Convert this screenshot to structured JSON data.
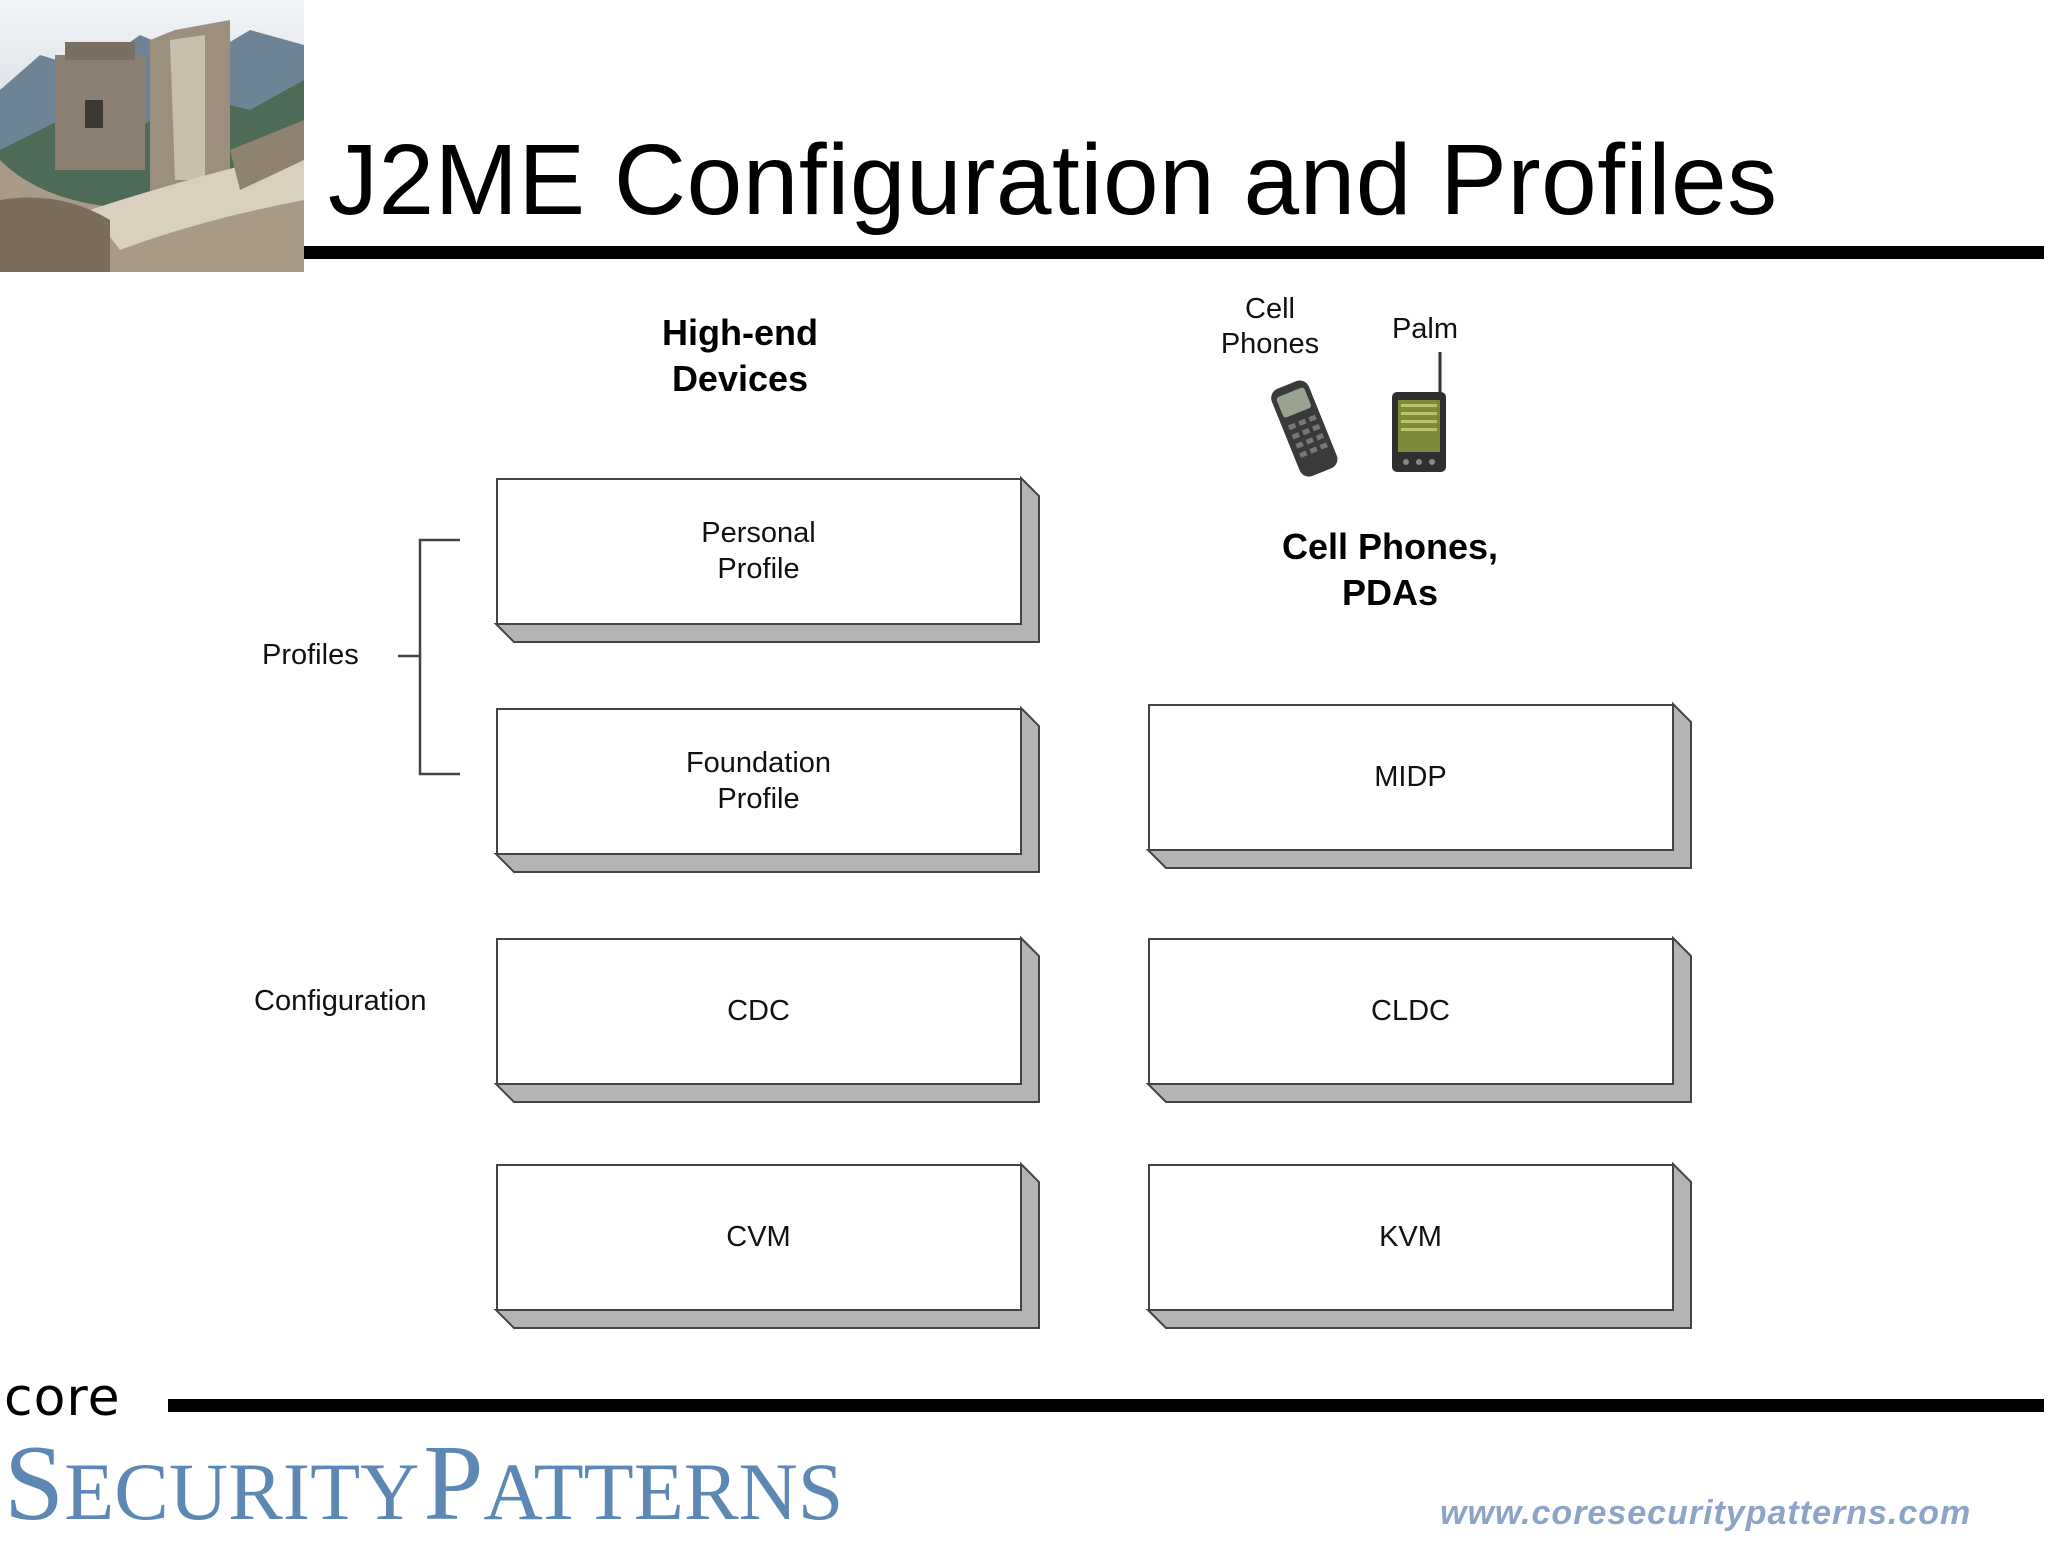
{
  "title": "J2ME Configuration and Profiles",
  "columns": {
    "high_end": "High-end\nDevices",
    "cell_pda": "Cell Phones,\nPDAs"
  },
  "devices": {
    "cell_label": "Cell\nPhones",
    "palm_label": "Palm"
  },
  "row_labels": {
    "profiles": "Profiles",
    "configuration": "Configuration"
  },
  "blocks": {
    "personal_profile": "Personal\nProfile",
    "foundation_profile": "Foundation\nProfile",
    "cdc": "CDC",
    "cvm": "CVM",
    "midp": "MIDP",
    "cldc": "CLDC",
    "kvm": "KVM"
  },
  "footer": {
    "core": "core",
    "brand_s": "S",
    "brand_ecurity": "ECURITY",
    "brand_p": "P",
    "brand_atterns": "ATTERNS",
    "url": "www.coresecuritypatterns.com"
  },
  "colors": {
    "brand": "#5d88b4",
    "url": "#8da4c8",
    "block_shadow": "#b4b4b4"
  }
}
